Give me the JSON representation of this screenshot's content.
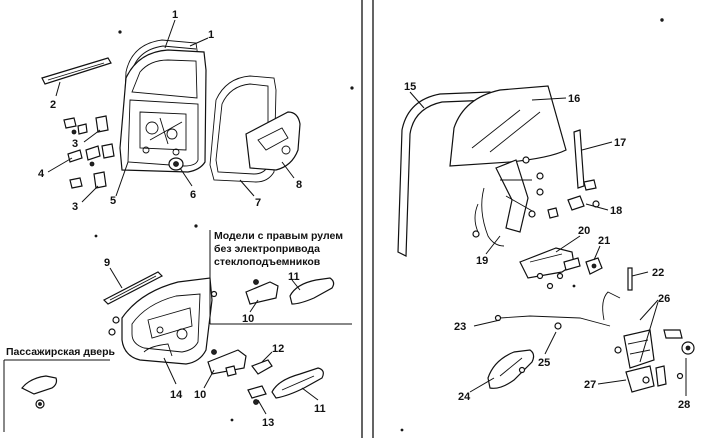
{
  "callouts": [
    "1",
    "1",
    "2",
    "3",
    "4",
    "3",
    "5",
    "6",
    "7",
    "8",
    "9",
    "10",
    "11",
    "14",
    "10",
    "12",
    "13",
    "11",
    "15",
    "16",
    "17",
    "18",
    "19",
    "20",
    "21",
    "22",
    "23",
    "24",
    "25",
    "26",
    "27",
    "28"
  ],
  "notes": {
    "right_steering_line1": "Модели с правым рулем",
    "right_steering_line2": "без электропривода",
    "right_steering_line3": "стеклоподъемников",
    "passenger_door": "Пассажирская дверь"
  }
}
